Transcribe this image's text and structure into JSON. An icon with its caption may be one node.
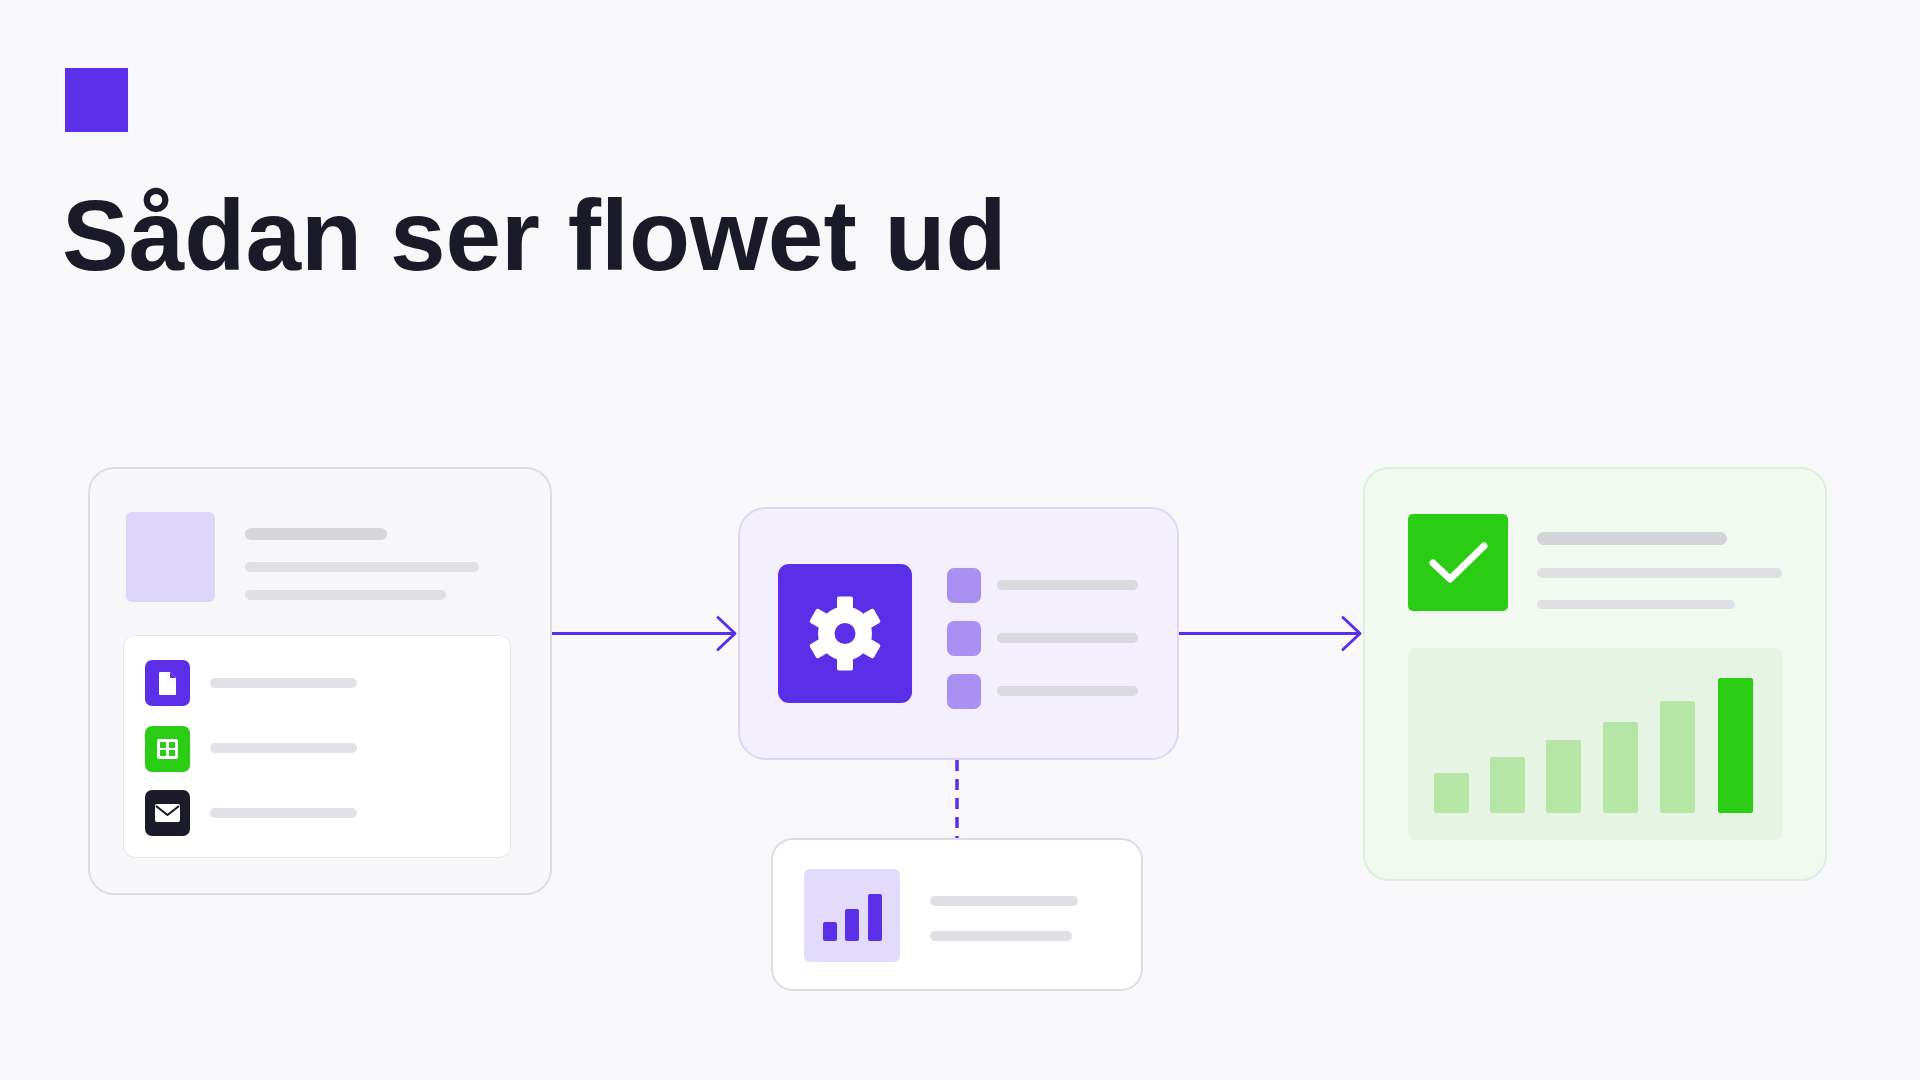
{
  "diagram": {
    "title": "Sådan ser flowet ud",
    "nodes": [
      {
        "text": [],
        "shape": "box"
      },
      {
        "text": [],
        "shape": "box"
      },
      {
        "text": [],
        "shape": "box"
      },
      {
        "text": [],
        "shape": "box"
      }
    ],
    "edges": [
      {
        "from": 0,
        "to": 1,
        "arrow": "to"
      },
      {
        "from": 1,
        "to": 2,
        "arrow": "to"
      },
      {
        "from": 1,
        "to": 3,
        "arrow": "none",
        "style": "dashed"
      }
    ]
  }
}
